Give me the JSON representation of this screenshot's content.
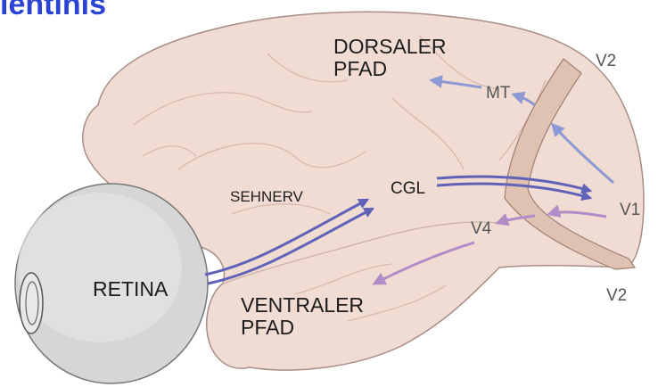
{
  "title": "ientinis",
  "labels": {
    "dorsal_line1": "DORSALER",
    "dorsal_line2": "PFAD",
    "ventral_line1": "VENTRALER",
    "ventral_line2": "PFAD",
    "retina": "RETINA",
    "sehnerv": "SEHNERV",
    "cgl": "CGL",
    "mt": "MT",
    "v4": "V4",
    "v1": "V1",
    "v2_top": "V2",
    "v2_bottom": "V2"
  },
  "colors": {
    "title": "#2a43d6",
    "brain": "#f1dcd3",
    "v1_band": "#e0c2b3",
    "dorsal_arrow": "#8d99d4",
    "ventral_arrow": "#b28cc7",
    "optic_arrow": "#6c6fbf",
    "eye": "#d6d6d6"
  }
}
